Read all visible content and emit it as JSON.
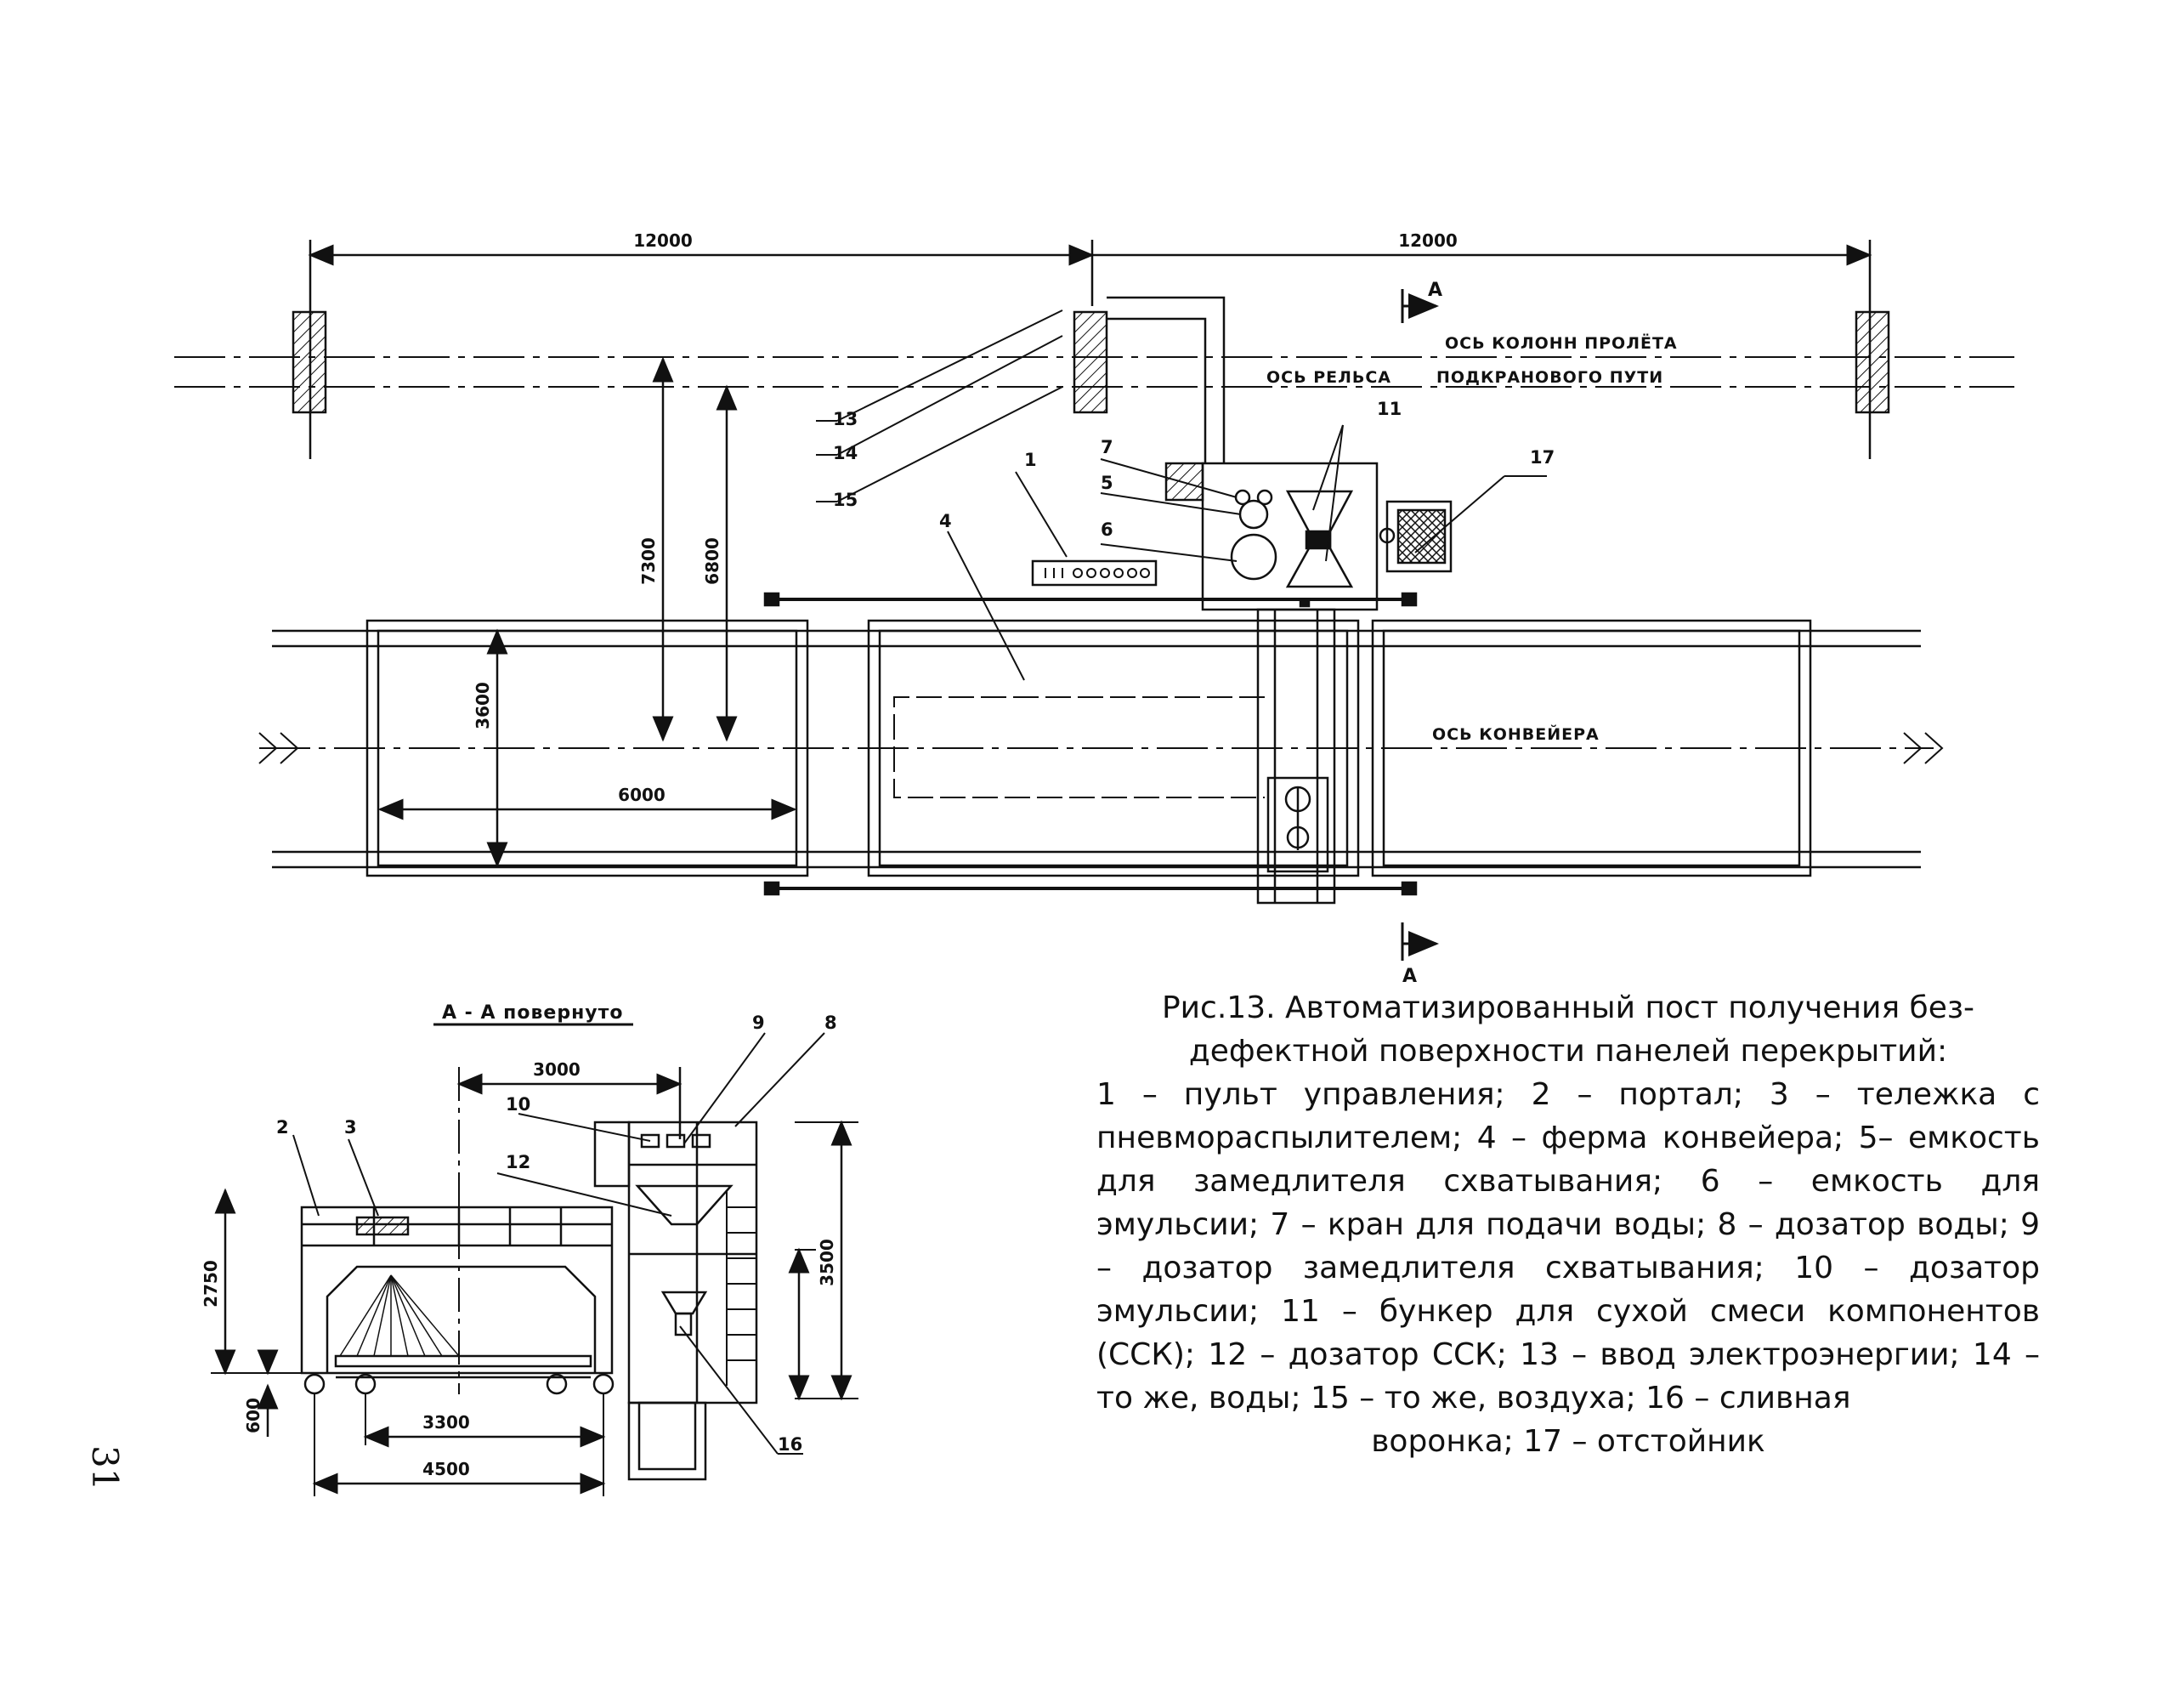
{
  "dims": {
    "span_left": "12000",
    "span_right": "12000",
    "d7300": "7300",
    "d6800": "6800",
    "d3600": "3600",
    "d6000": "6000",
    "s3000": "3000",
    "s3500": "3500",
    "s2750": "2750",
    "s600": "600",
    "s3300": "3300",
    "s4500": "4500"
  },
  "axis_labels": {
    "column_axis": "ОСЬ КОЛОНН ПРОЛЁТА",
    "rail_axis_a": "ОСЬ РЕЛЬСА",
    "rail_axis_b": "ПОДКРАНОВОГО ПУТИ",
    "conveyor_axis": "ОСЬ КОНВЕЙЕРА"
  },
  "section": {
    "mark_top": "А",
    "mark_bottom": "А",
    "title": "А - А повернуто"
  },
  "callouts": {
    "c1": "1",
    "c2": "2",
    "c3": "3",
    "c4": "4",
    "c5": "5",
    "c6": "6",
    "c7": "7",
    "c8": "8",
    "c9": "9",
    "c10": "10",
    "c11": "11",
    "c12": "12",
    "c13": "13",
    "c14": "14",
    "c15": "15",
    "c16": "16",
    "c17": "17"
  },
  "caption": {
    "title": "Рис.13. Автоматизированный пост получения без-дефектной поверхности панелей перекрытий:",
    "legend": "1 – пульт управления; 2 – портал; 3 – тележка с пневмораспылителем; 4 – ферма конвейера; 5– емкость для замедлителя схватывания; 6 – емкость для эмульсии; 7 – кран для подачи воды; 8 – дозатор воды; 9 – дозатор замедлителя схватывания; 10 – дозатор эмульсии; 11 – бункер для сухой смеси компонентов (ССК); 12 – дозатор ССК; 13 – ввод электроэнергии; 14 – то же, воды; 15 – то же, воздуха; 16 – сливная",
    "last_line": "воронка; 17 – отстойник"
  },
  "page_number": "31"
}
